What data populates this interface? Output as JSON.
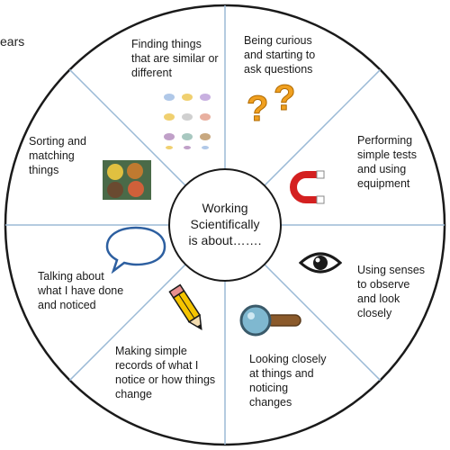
{
  "corner_text": "ears",
  "center": {
    "text": "Working\nScientifically\nis about……."
  },
  "segments": [
    {
      "label": "Finding things\nthat are similar or\ndifferent",
      "icon": "birds-grid-icon"
    },
    {
      "label": "Being curious\nand starting to\nask questions",
      "icon": "question-marks-icon"
    },
    {
      "label": "Performing\nsimple tests\nand using\nequipment",
      "icon": "magnet-icon"
    },
    {
      "label": "Using senses\nto observe\nand look\nclosely",
      "icon": "eye-icon"
    },
    {
      "label": "Looking closely\nat things and\nnoticing\nchanges",
      "icon": "magnifying-glass-icon"
    },
    {
      "label": "Making simple\nrecords of what I\nnotice or how things\nchange",
      "icon": "pencil-icon"
    },
    {
      "label": "Talking about\nwhat I have done\nand noticed",
      "icon": "speech-bubble-icon"
    },
    {
      "label": "Sorting and\nmatching\nthings",
      "icon": "sorting-trays-icon"
    }
  ],
  "colors": {
    "outline": "#1a1a1a",
    "divider": "#9bbad6",
    "question_mark": "#f0a020",
    "magnet_red": "#d42020",
    "magnifier_glass": "#7fb8d0",
    "magnifier_handle": "#8b5a2b",
    "pencil_yellow": "#f5c400"
  }
}
